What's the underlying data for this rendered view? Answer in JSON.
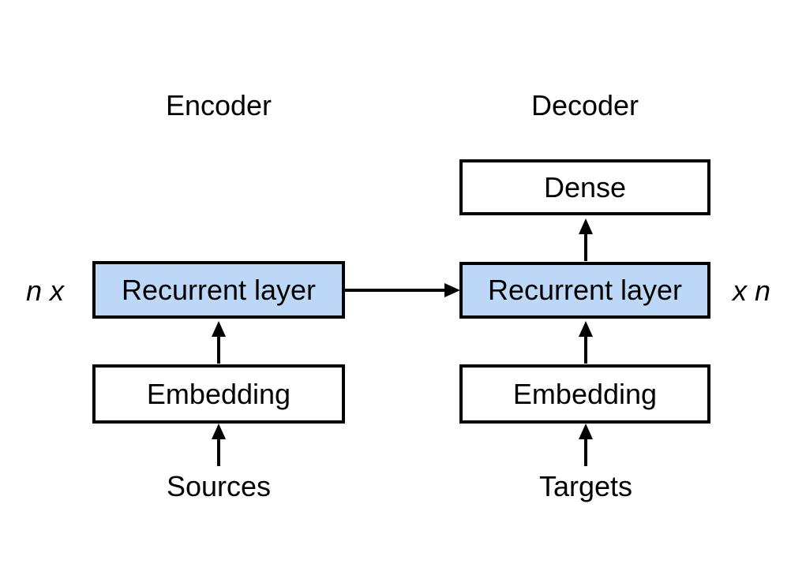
{
  "diagram": {
    "background": "#ffffff",
    "colors": {
      "box_border": "#000000",
      "recurrent_fill": "#bdd7f7",
      "plain_box_fill": "#ffffff",
      "arrow": "#000000",
      "text": "#000000"
    },
    "encoder": {
      "title": "Encoder",
      "repeat_label": "n x",
      "recurrent_label": "Recurrent layer",
      "embedding_label": "Embedding",
      "input_label": "Sources"
    },
    "decoder": {
      "title": "Decoder",
      "repeat_label": "x n",
      "dense_label": "Dense",
      "recurrent_label": "Recurrent layer",
      "embedding_label": "Embedding",
      "input_label": "Targets"
    }
  }
}
